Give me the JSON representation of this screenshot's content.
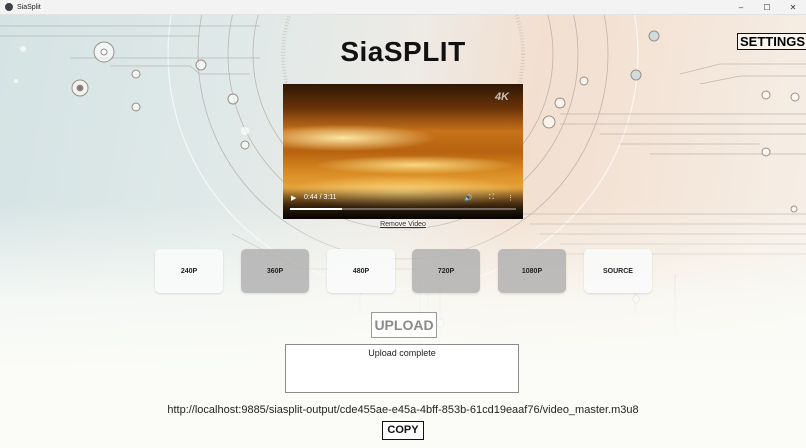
{
  "window": {
    "title": "SiaSplit",
    "controls": {
      "minimize": "–",
      "maximize": "☐",
      "close": "✕"
    }
  },
  "header": {
    "app_title": "SiaSPLIT",
    "settings_label": "SETTINGS"
  },
  "video": {
    "badge": "4K",
    "current_time": "0:44",
    "duration": "3:11",
    "time_display": "0:44 / 3:11",
    "progress_percent": 23,
    "icons": {
      "play": "▶",
      "volume": "🔊",
      "fullscreen": "⛶",
      "more": "⋮"
    },
    "remove_label": "Remove Video"
  },
  "resolutions": [
    {
      "label": "240P",
      "selected": false
    },
    {
      "label": "360P",
      "selected": true
    },
    {
      "label": "480P",
      "selected": false
    },
    {
      "label": "720P",
      "selected": true
    },
    {
      "label": "1080P",
      "selected": true
    },
    {
      "label": "SOURCE",
      "selected": false
    }
  ],
  "upload": {
    "button_label": "UPLOAD",
    "status": "Upload complete"
  },
  "output": {
    "url": "http://localhost:9885/siasplit-output/cde455ae-e45a-4bff-853b-61cd19eaaf76/video_master.m3u8",
    "copy_label": "COPY"
  },
  "colors": {
    "selected_button": "#afafaf",
    "unselected_button": "#f8fafa",
    "bg_left": "#d5e3e4",
    "bg_right": "#f2dfd0"
  }
}
